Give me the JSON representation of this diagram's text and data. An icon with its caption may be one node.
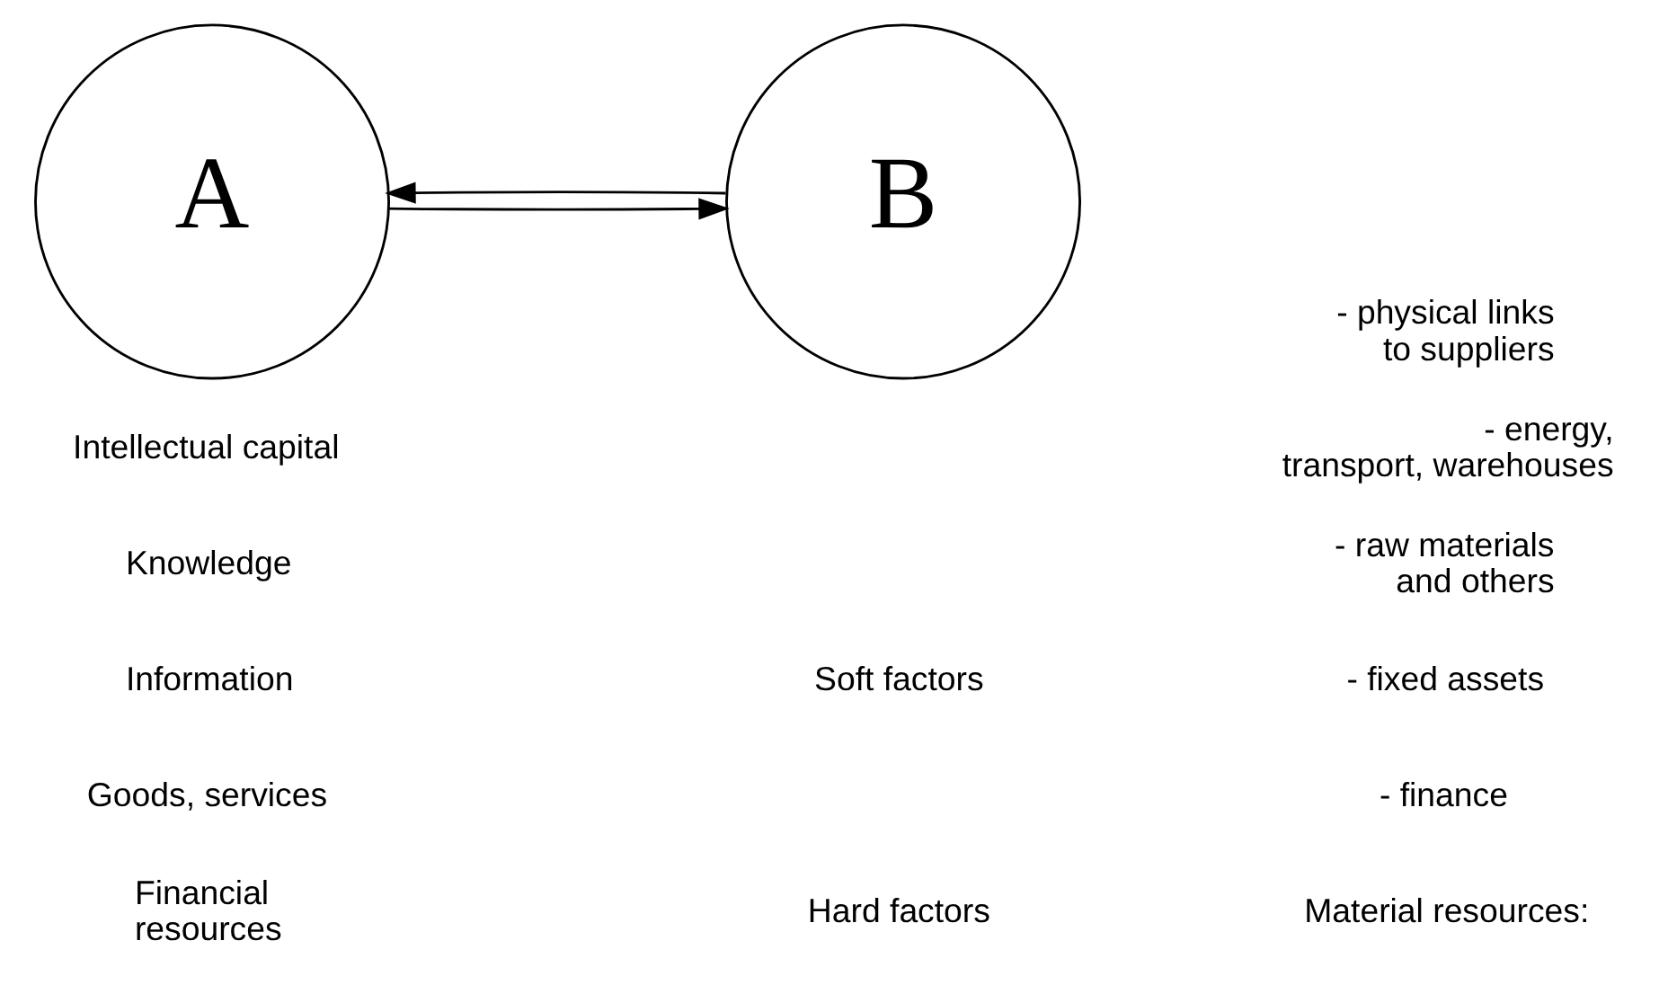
{
  "diagram": {
    "nodes": [
      {
        "text": [
          "A"
        ]
      },
      {
        "text": [
          "B"
        ]
      }
    ],
    "edges": [
      {
        "from": 1,
        "to": 0,
        "arrow": "to"
      },
      {
        "from": 0,
        "to": 1,
        "arrow": "to"
      }
    ],
    "labels": [
      "Financial resources",
      "Goods, services",
      "Hard factors",
      "Material resources:",
      "- finance",
      "- fixed assets",
      "- raw materials and others",
      "- energy, transport, warehouses",
      "- physical links to suppliers",
      "Information",
      "Knowledge",
      "Intellectual capital",
      "Soft factors"
    ]
  }
}
